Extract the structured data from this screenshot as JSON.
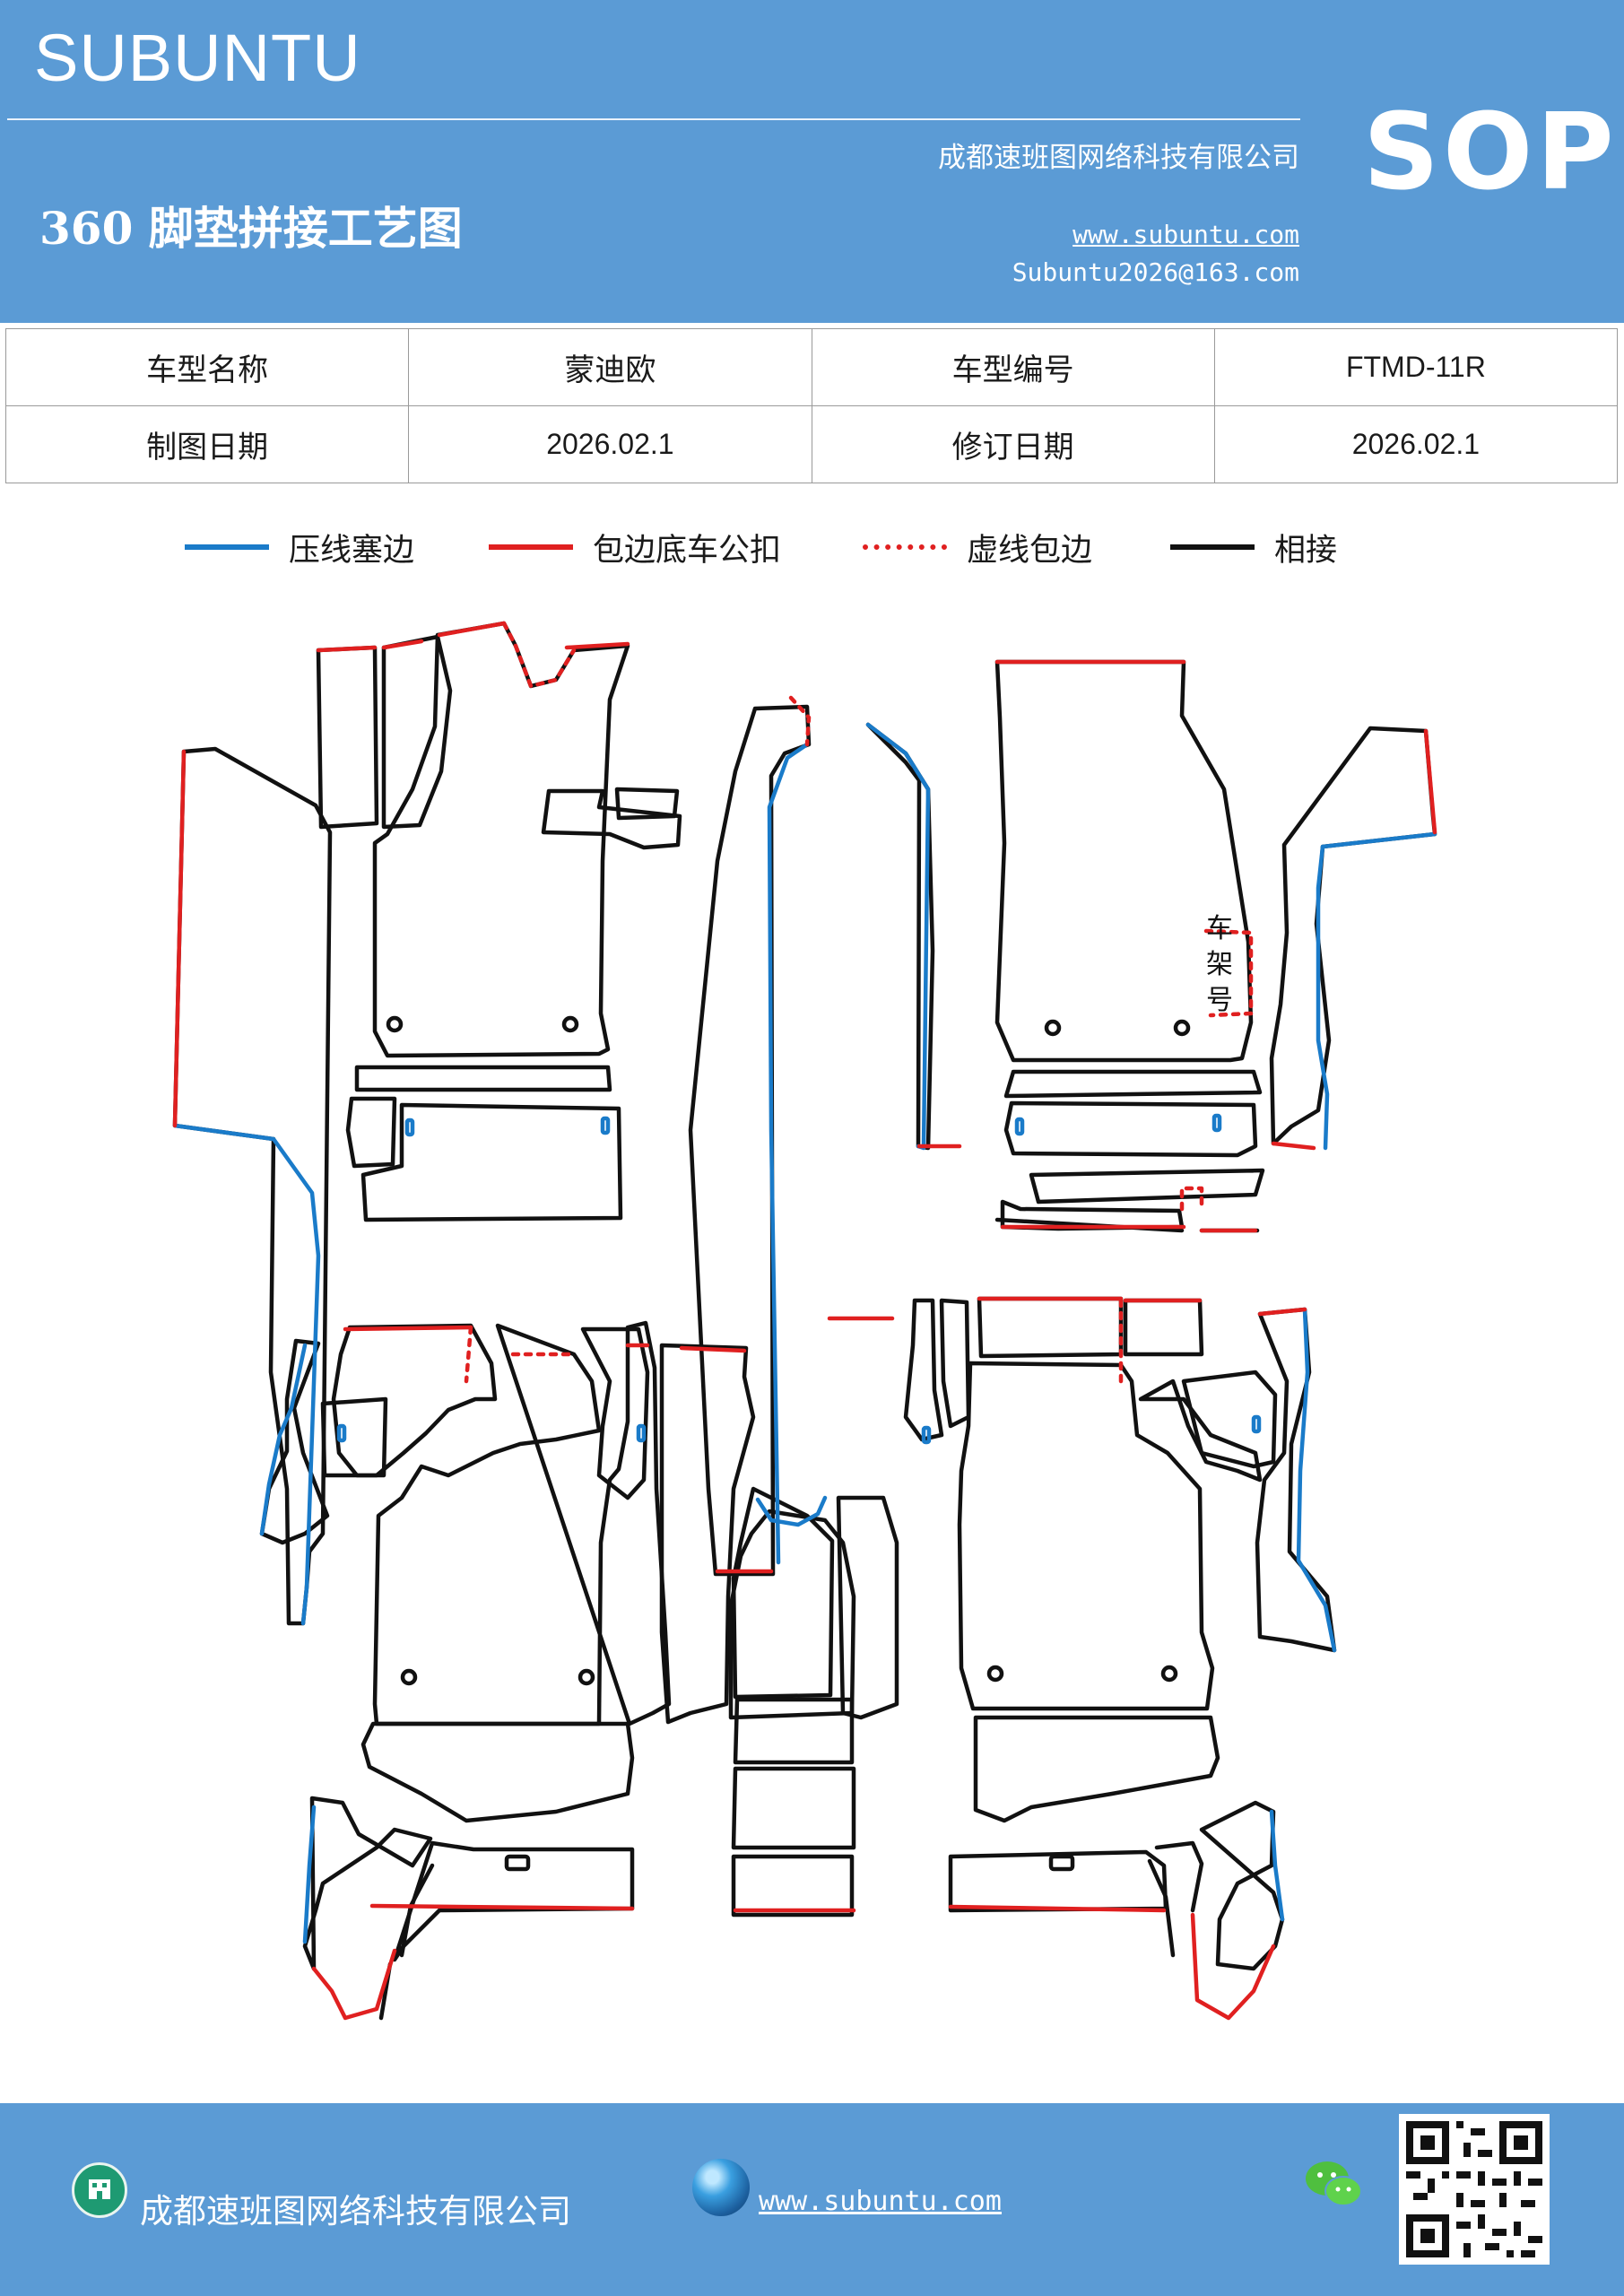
{
  "header": {
    "brand": "SUBUNTU",
    "company": "成都速班图网络科技有限公司",
    "title": "360 脚垫拼接工艺图",
    "website": "www.subuntu.com",
    "email": "Subuntu2026@163.com",
    "badge": "SOP"
  },
  "info_table": {
    "model_name_label": "车型名称",
    "model_name": "蒙迪欧",
    "model_code_label": "车型编号",
    "model_code": "FTMD-11R",
    "draw_date_label": "制图日期",
    "draw_date": "2026.02.1",
    "revise_date_label": "修订日期",
    "revise_date": "2026.02.1"
  },
  "legend": [
    {
      "label": "压线塞边",
      "color": "#1a7bc9",
      "style": "solid"
    },
    {
      "label": "包边底车公扣",
      "color": "#e02020",
      "style": "solid"
    },
    {
      "label": "虚线包边",
      "color": "#e02020",
      "style": "dotted"
    },
    {
      "label": "相接",
      "color": "#111111",
      "style": "solid"
    }
  ],
  "diagram": {
    "frame_number_label": "车架号",
    "colors": {
      "outline": "#111111",
      "press": "#1a7bc9",
      "edge": "#e02020"
    }
  },
  "footer": {
    "company": "成都速班图网络科技有限公司",
    "website": "www.subuntu.com"
  }
}
